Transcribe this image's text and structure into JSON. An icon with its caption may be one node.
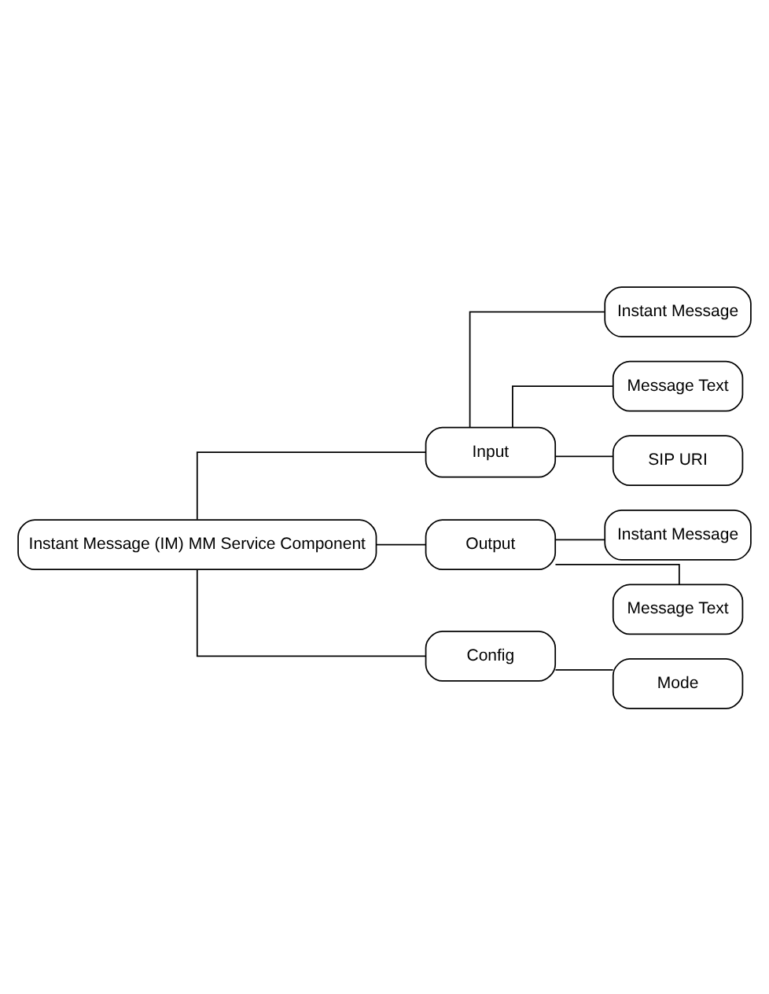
{
  "diagram": {
    "nodes": [
      {
        "text": [
          "Instant Message (IM) MM Service Component"
        ]
      },
      {
        "text": [
          "Input"
        ]
      },
      {
        "text": [
          "Instant Message"
        ]
      },
      {
        "text": [
          "Message Text"
        ]
      },
      {
        "text": [
          "SIP URI"
        ]
      },
      {
        "text": [
          "Output"
        ]
      },
      {
        "text": [
          "Instant Message"
        ]
      },
      {
        "text": [
          "Message Text"
        ]
      },
      {
        "text": [
          "Config"
        ]
      },
      {
        "text": [
          "Mode"
        ]
      }
    ],
    "edges": [
      {
        "from": 0,
        "to": 1,
        "arrow": "none"
      },
      {
        "from": 1,
        "to": 2,
        "arrow": "none"
      },
      {
        "from": 1,
        "to": 3,
        "arrow": "none"
      },
      {
        "from": 1,
        "to": 4,
        "arrow": "none"
      },
      {
        "from": 0,
        "to": 5,
        "arrow": "none"
      },
      {
        "from": 5,
        "to": 6,
        "arrow": "none"
      },
      {
        "from": 5,
        "to": 7,
        "arrow": "none"
      },
      {
        "from": 0,
        "to": 8,
        "arrow": "none"
      },
      {
        "from": 8,
        "to": 9,
        "arrow": "none"
      }
    ]
  }
}
